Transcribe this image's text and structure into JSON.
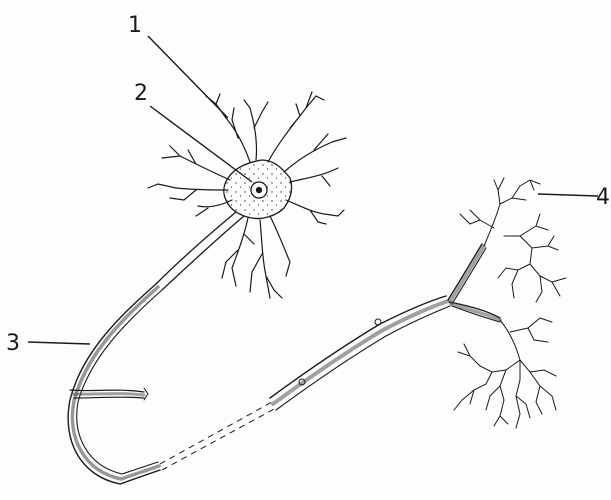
{
  "labels": {
    "l1": "1",
    "l2": "2",
    "l3": "3",
    "l4": "4"
  },
  "colors": {
    "ink": "#1a1a1a",
    "paper": "#fdfdfb"
  }
}
